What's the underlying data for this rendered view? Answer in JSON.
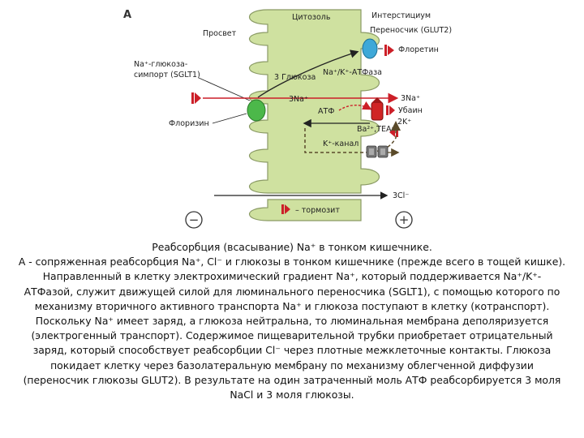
{
  "diagram": {
    "panel_letter": "A",
    "labels": {
      "cytosol": "Цитозоль",
      "interstitium": "Интерстициум",
      "lumen": "Просвет",
      "glut2": "Переносчик (GLUT2)",
      "phloretin": "Флоретин",
      "sglt1_line1": "Na⁺-глюкоза-",
      "sglt1_line2": "симпорт (SGLT1)",
      "glucose3": "3 Глюкоза",
      "atpase": "Na⁺/K⁺-АТФаза",
      "na3_left": "3Na⁺",
      "na3_right": "3Na⁺",
      "atp": "АТФ",
      "ouabain": "Убаин",
      "k2": "2K⁺",
      "phlorizin": "Флоризин",
      "ba_tea": "Ba²⁺,ТЕА⁺",
      "k_channel": "K⁺-канал",
      "cl3": "3Cl⁻",
      "inhibitor": "– тормозит"
    },
    "signs": {
      "minus": "−",
      "plus": "+"
    }
  },
  "caption": {
    "title": "Реабсорбция (всасывание) Na⁺ в тонком кишечнике.",
    "lines": [
      "А - сопряженная реабсорбция Na⁺, Cl⁻ и глюкозы в тонком кишечнике (прежде всего в тощей кишке).",
      "Направленный в клетку электрохимический градиент Na⁺, который поддерживается Na⁺/K⁺-",
      "АТФазой, служит движущей силой для люминального переносчика (SGLT1), с помощью которого по",
      "механизму вторичного активного транспорта Na⁺ и глюкоза поступают в клетку (котранспорт).",
      "Поскольку Na⁺ имеет заряд, а глюкоза нейтральна, то люминальная мембрана деполяризуется",
      "(электрогенный транспорт). Содержимое пищеварительной трубки приобретает отрицательный",
      "заряд, который способствует реабсорбции Cl⁻ через плотные межклеточные контакты. Глюкоза",
      "покидает клетку через базолатеральную мембрану по механизму облегченной диффузии",
      "(переносчик глюкозы GLUT2). В результате на один затраченный моль АТФ реабсорбируется 3 моля",
      "NaCl и 3 моля глюкозы."
    ]
  },
  "colors": {
    "cell_fill": "#cfe1a0",
    "cell_stroke": "#8a9a64",
    "arrow_red": "#cc1f28",
    "glut2_blue": "#3ea8d8",
    "sglt1_green": "#4cb84a",
    "pump_red": "#d02424",
    "dash_brown": "#5a4a2a"
  }
}
